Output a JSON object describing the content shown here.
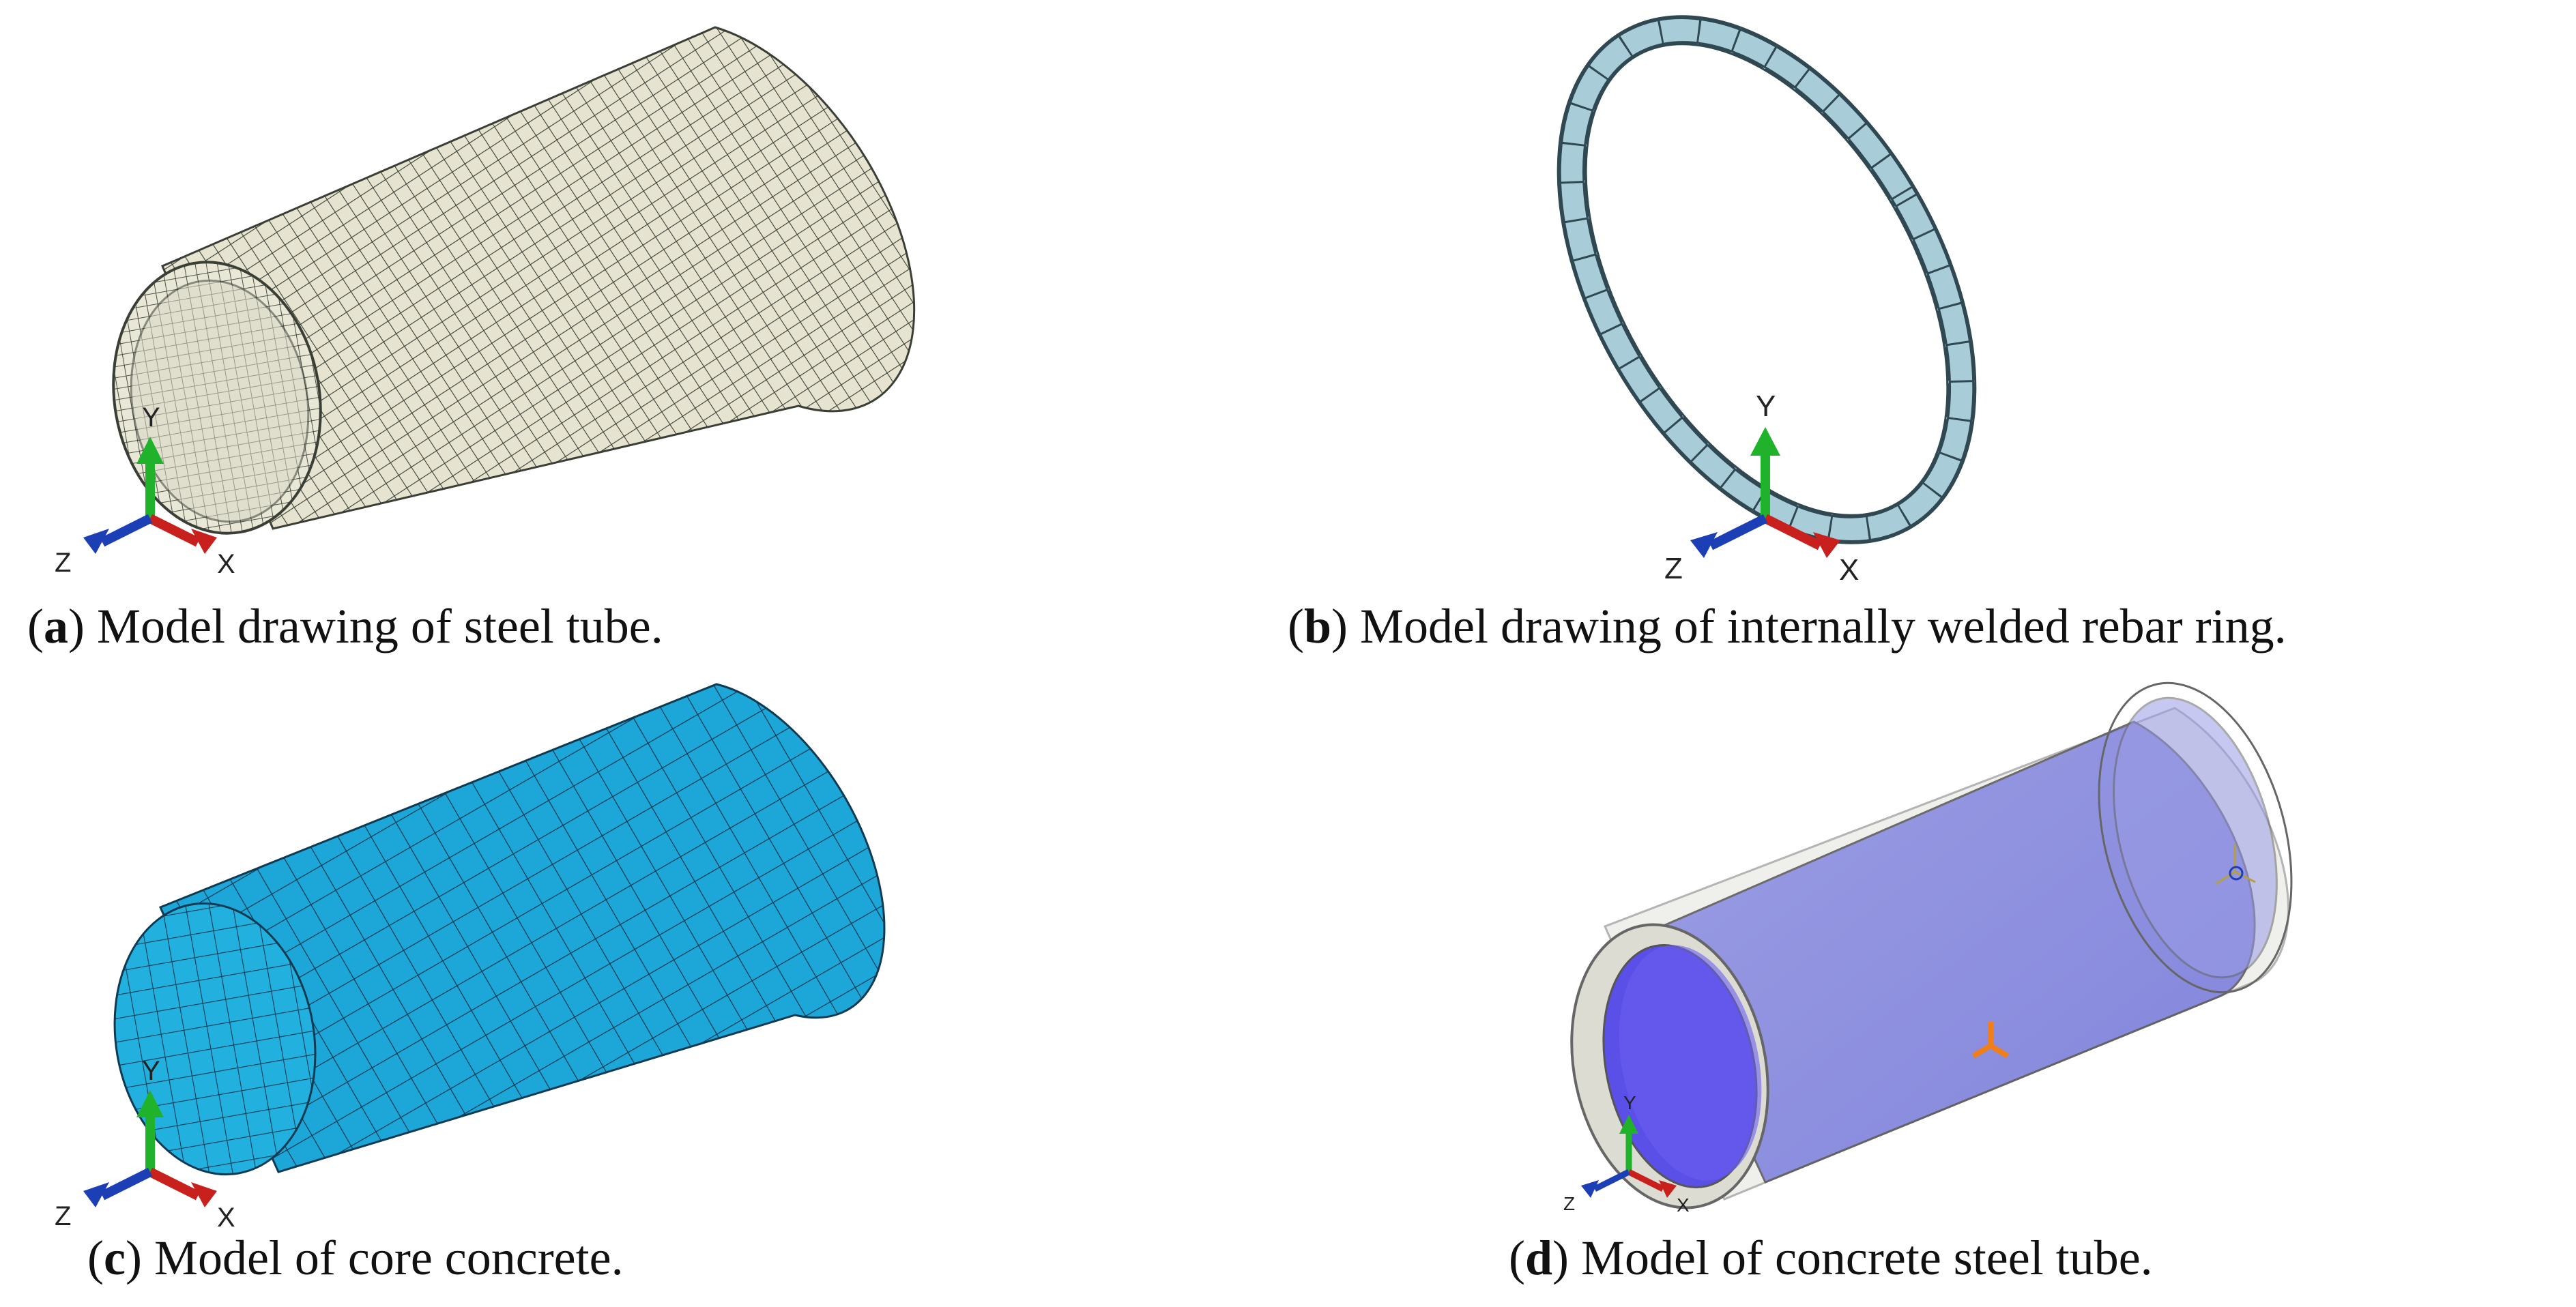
{
  "panels": [
    {
      "letter": "a",
      "caption": "Model drawing of steel tube."
    },
    {
      "letter": "b",
      "caption": "Model drawing of internally welded rebar ring."
    },
    {
      "letter": "c",
      "caption": "Model of core concrete."
    },
    {
      "letter": "d",
      "caption": "Model of concrete steel tube."
    }
  ],
  "axes": {
    "x": "X",
    "y": "Y",
    "z": "Z"
  },
  "colors": {
    "steel_tube": "#e6e4d0",
    "rebar_ring": "#a8ccd8",
    "core_concrete": "#1ca7d8",
    "assembly_concrete": "#7e80dc",
    "assembly_tube": "#e3e3dc",
    "axis_x": "#c8201c",
    "axis_y": "#1fb22a",
    "axis_z": "#1d3fb5",
    "mesh_line": "#2f3a36"
  }
}
